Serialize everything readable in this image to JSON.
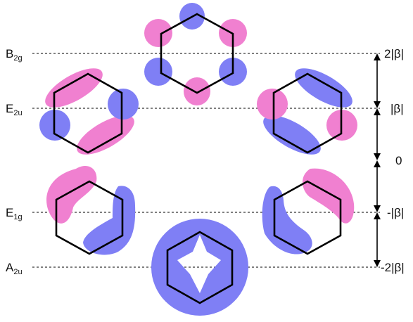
{
  "colors": {
    "positive_lobe": "#f080d0",
    "negative_lobe": "#7f7ff5",
    "line": "#000000"
  },
  "levels": {
    "b2g": {
      "main": "B",
      "sub": "2g"
    },
    "e2u": {
      "main": "E",
      "sub": "2u"
    },
    "e1g": {
      "main": "E",
      "sub": "1g"
    },
    "a2u": {
      "main": "A",
      "sub": "2u"
    }
  },
  "energy_labels": {
    "top": "2|β|",
    "upper": "|β|",
    "zero": "0",
    "lower": "-|β|",
    "bottom": "-2|β|"
  }
}
